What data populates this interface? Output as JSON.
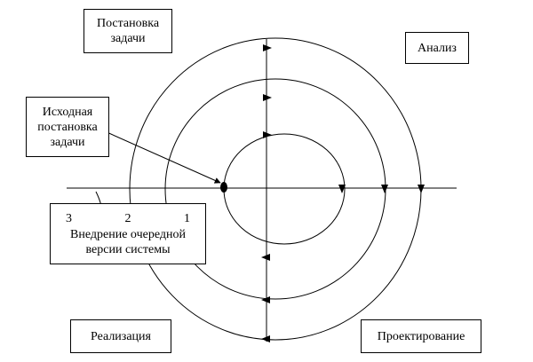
{
  "boxes": {
    "problem_statement": [
      "Постановка",
      "задачи"
    ],
    "analysis": [
      "Анализ"
    ],
    "initial_statement": [
      "Исходная",
      "постановка",
      "задачи"
    ],
    "implementation": [
      "Реализация"
    ],
    "design": [
      "Проектирование"
    ],
    "release": {
      "numbers": [
        "3",
        "2",
        "1"
      ],
      "lines": [
        "Внедрение очередной",
        "версии системы"
      ]
    }
  }
}
